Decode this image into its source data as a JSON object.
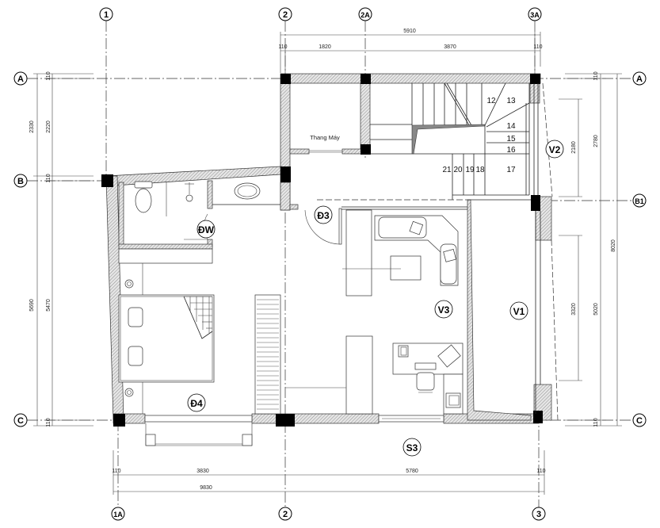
{
  "drawing": {
    "type": "architectural-floor-plan",
    "grid_axes": {
      "vertical_top": [
        "1",
        "2",
        "2A",
        "3A"
      ],
      "vertical_bottom": [
        "1A",
        "2",
        "3"
      ],
      "horizontal_left": [
        "A",
        "B",
        "C"
      ],
      "horizontal_right": [
        "A",
        "B1",
        "C"
      ]
    },
    "dimensions": {
      "top": {
        "overall": "5910",
        "segments": [
          "110",
          "1820",
          "3870",
          "110"
        ]
      },
      "bottom": {
        "overall": "9830",
        "segments": [
          "110",
          "3830",
          "5780",
          "110"
        ]
      },
      "left": {
        "outer": [
          "2330",
          "5690"
        ],
        "inner": [
          "110",
          "2220",
          "110",
          "5470",
          "110"
        ]
      },
      "right": {
        "overall": "8020",
        "middle": [
          "110",
          "2780",
          "5020",
          "110"
        ],
        "inner": [
          "2180",
          "3320"
        ]
      }
    },
    "rooms": {
      "elevator": "Thang Máy",
      "tags": {
        "dw": "ĐW",
        "d3": "Đ3",
        "d4": "Đ4",
        "v1": "V1",
        "v2": "V2",
        "v3": "V3",
        "s3": "S3"
      }
    },
    "stairs": {
      "steps": [
        "12",
        "13",
        "14",
        "15",
        "16",
        "17",
        "18",
        "19",
        "20",
        "21"
      ]
    }
  }
}
